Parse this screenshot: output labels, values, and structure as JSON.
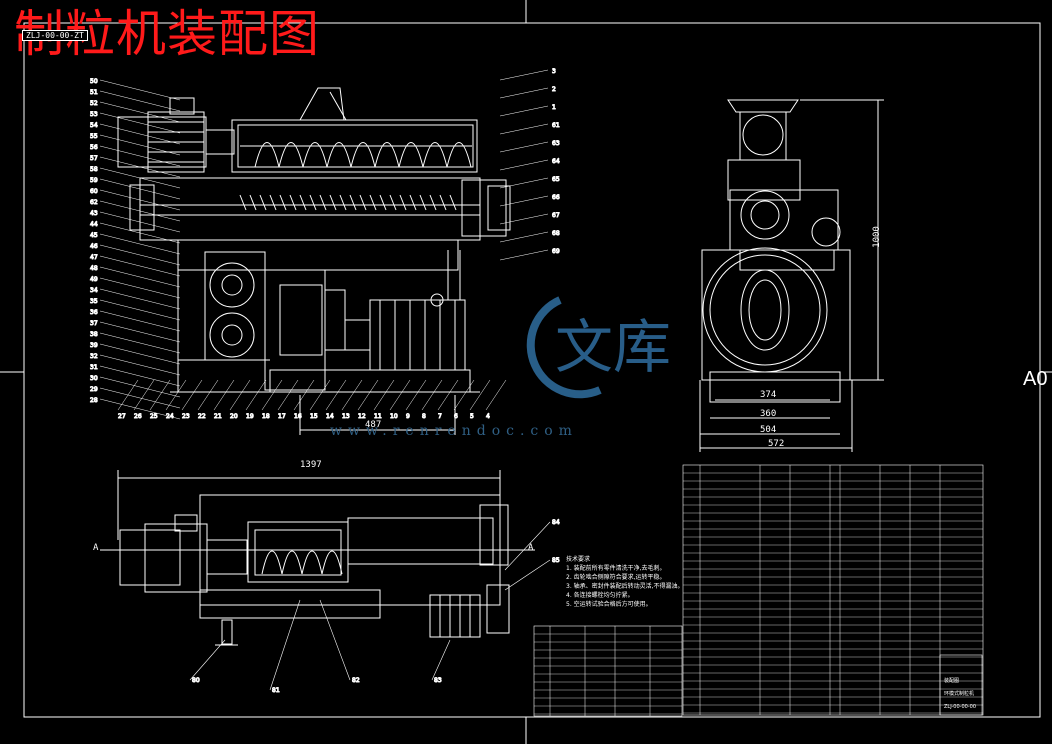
{
  "title": "制粒机装配图",
  "drawing_number_top": "ZLJ-00-00-ZT",
  "sheet_size": "A0",
  "watermark": {
    "text": "www.renrendoc.com",
    "brand_chars": "文库"
  },
  "dimensions": {
    "front_width": "487",
    "plan_length": "1397",
    "height": "1000",
    "base_374": "374",
    "base_360": "360",
    "base_504": "504",
    "base_572": "572"
  },
  "section_marks": {
    "a_left": "A",
    "a_right": "A"
  },
  "notes": {
    "heading": "技术要求",
    "lines": [
      "1. 装配前所有零件清洗干净,去毛刺。",
      "2. 齿轮啮合侧隙符合要求,运转平稳。",
      "3. 轴承、密封件装配后转动灵活,不得漏油。",
      "4. 各连接螺栓均匀拧紧。",
      "5. 空运转试验合格后方可使用。"
    ]
  },
  "title_block": {
    "school": "装配图",
    "name": "环模式制粒机",
    "code": "ZLJ-00-00-00"
  },
  "callouts_front": [
    "50",
    "51",
    "52",
    "53",
    "54",
    "55",
    "56",
    "57",
    "58",
    "59",
    "60",
    "62",
    "43",
    "44",
    "45",
    "46",
    "47",
    "48",
    "49",
    "34",
    "35",
    "36",
    "37",
    "38",
    "39",
    "32",
    "31",
    "30",
    "29",
    "28",
    "27",
    "26",
    "25",
    "24",
    "23",
    "22",
    "21",
    "20",
    "19",
    "18",
    "17",
    "16",
    "15",
    "14",
    "13",
    "12",
    "11",
    "10",
    "9",
    "8",
    "7",
    "6",
    "5",
    "4",
    "3",
    "2",
    "1",
    "61",
    "63",
    "64",
    "65",
    "66",
    "67",
    "68",
    "69"
  ],
  "callouts_plan": [
    "80",
    "81",
    "82",
    "83",
    "84",
    "85"
  ],
  "colors": {
    "background": "#000000",
    "lines": "#ffffff",
    "title": "#ff1a1a",
    "watermark": "#2f6ea0"
  }
}
